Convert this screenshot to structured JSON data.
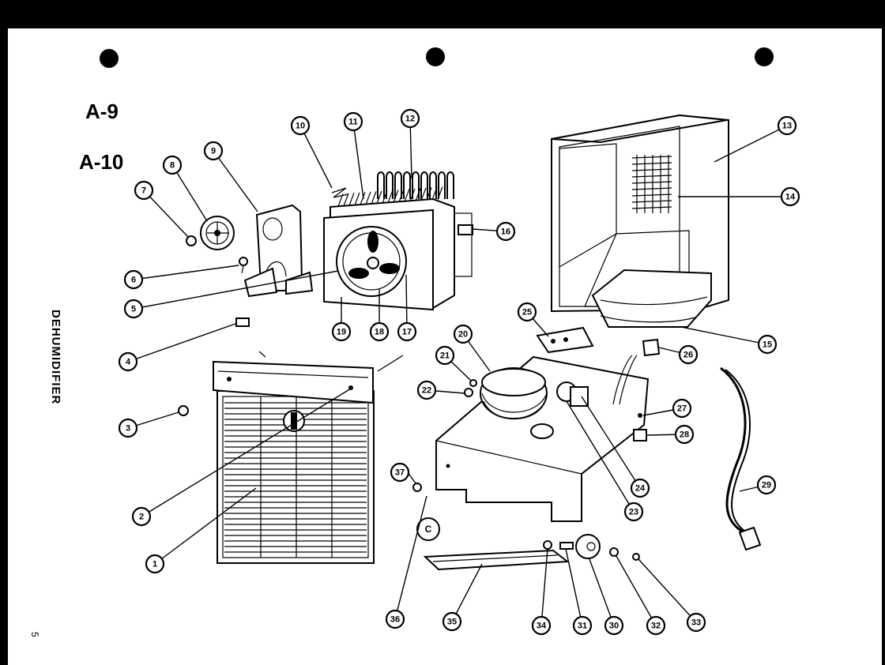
{
  "titles": {
    "line1": "A-9",
    "line2": "A-10"
  },
  "side_label": "DEHUMIDIFIER",
  "page_number": "5",
  "callouts": [
    "1",
    "2",
    "3",
    "4",
    "5",
    "6",
    "7",
    "8",
    "9",
    "10",
    "11",
    "12",
    "13",
    "14",
    "15",
    "16",
    "17",
    "18",
    "19",
    "20",
    "21",
    "22",
    "23",
    "24",
    "25",
    "26",
    "27",
    "28",
    "29",
    "30",
    "31",
    "32",
    "33",
    "34",
    "35",
    "36",
    "37"
  ],
  "inset_letter": "C"
}
